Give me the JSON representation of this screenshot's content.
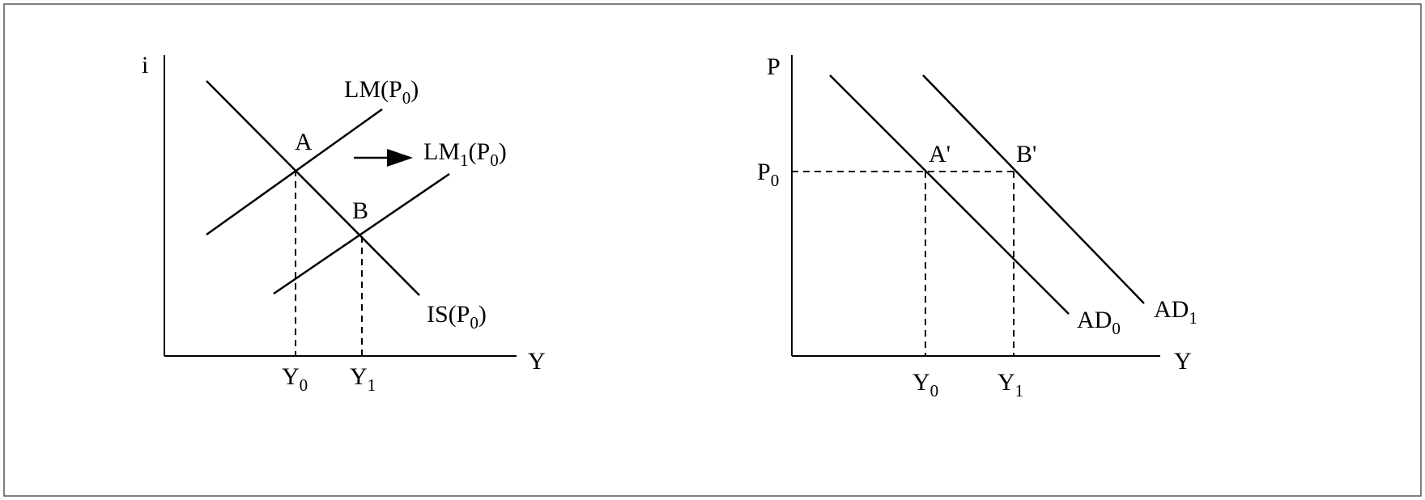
{
  "left_panel": {
    "y_axis_label": "i",
    "x_axis_label": "Y",
    "lm_label": {
      "main": "LM(P",
      "sub": "0",
      "tail": ")"
    },
    "lm1_label": {
      "main": "LM",
      "sub1": "1",
      "mid": "(P",
      "sub2": "0",
      "tail": ")"
    },
    "is_label": {
      "main": "IS(P",
      "sub": "0",
      "tail": ")"
    },
    "point_a": "A",
    "point_b": "B",
    "y0_label": {
      "main": "Y",
      "sub": "0"
    },
    "y1_label": {
      "main": "Y",
      "sub": "1"
    }
  },
  "right_panel": {
    "y_axis_label": "P",
    "x_axis_label": "Y",
    "p0_label": {
      "main": "P",
      "sub": "0"
    },
    "point_a_prime": "A'",
    "point_b_prime": "B'",
    "ad0_label": {
      "main": "AD",
      "sub": "0"
    },
    "ad1_label": {
      "main": "AD",
      "sub": "1"
    },
    "y0_label": {
      "main": "Y",
      "sub": "0"
    },
    "y1_label": {
      "main": "Y",
      "sub": "1"
    }
  },
  "colors": {
    "line": "#000000",
    "frame": "#555555",
    "background": "#ffffff"
  }
}
